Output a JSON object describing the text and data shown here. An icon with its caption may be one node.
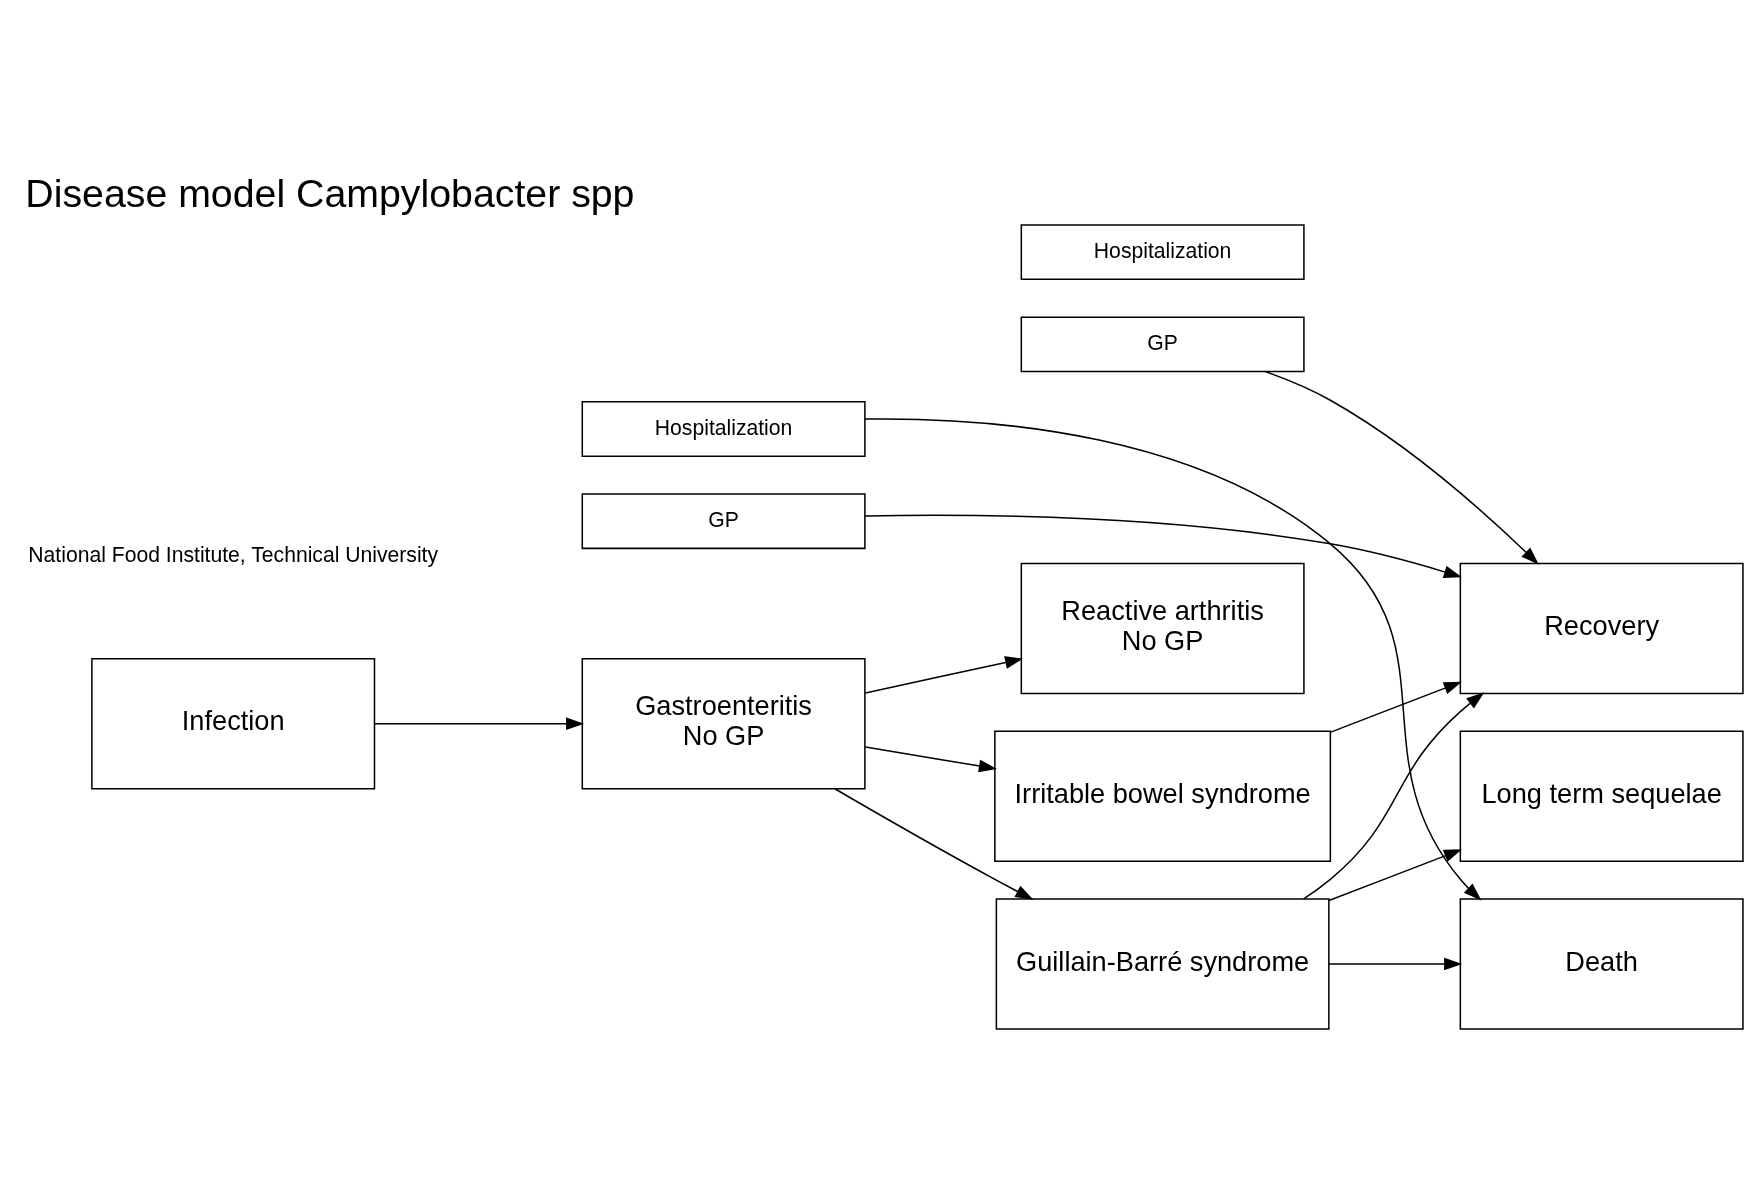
{
  "diagram": {
    "title": "Disease model Campylobacter spp",
    "nodes": [
      {
        "text": [
          "Infection"
        ]
      },
      {
        "text": [
          "Hospitalization"
        ]
      },
      {
        "text": [
          "GP"
        ]
      },
      {
        "text": [
          "Gastroenteritis",
          "No GP"
        ]
      },
      {
        "text": [
          "Hospitalization"
        ]
      },
      {
        "text": [
          "GP"
        ]
      },
      {
        "text": [
          "Reactive arthritis",
          "No GP"
        ]
      },
      {
        "text": [
          "Irritable bowel syndrome"
        ]
      },
      {
        "text": [
          "Guillain-Barré syndrome"
        ]
      },
      {
        "text": [
          "Recovery"
        ]
      },
      {
        "text": [
          "Long term sequelae"
        ]
      },
      {
        "text": [
          "Death"
        ]
      }
    ],
    "edges": [
      {
        "from": 0,
        "to": 3,
        "arrow": "to"
      },
      {
        "from": 1,
        "to": 11,
        "arrow": "to"
      },
      {
        "from": 2,
        "to": 9,
        "arrow": "to"
      },
      {
        "from": 3,
        "to": 6,
        "arrow": "to"
      },
      {
        "from": 3,
        "to": 7,
        "arrow": "to"
      },
      {
        "from": 3,
        "to": 8,
        "arrow": "to"
      },
      {
        "from": 5,
        "to": 9,
        "arrow": "to"
      },
      {
        "from": 7,
        "to": 9,
        "arrow": "to"
      },
      {
        "from": 8,
        "to": 9,
        "arrow": "to"
      },
      {
        "from": 8,
        "to": 10,
        "arrow": "to"
      },
      {
        "from": 8,
        "to": 11,
        "arrow": "to"
      }
    ],
    "labels": [
      "National Food Institute, Technical University"
    ]
  }
}
